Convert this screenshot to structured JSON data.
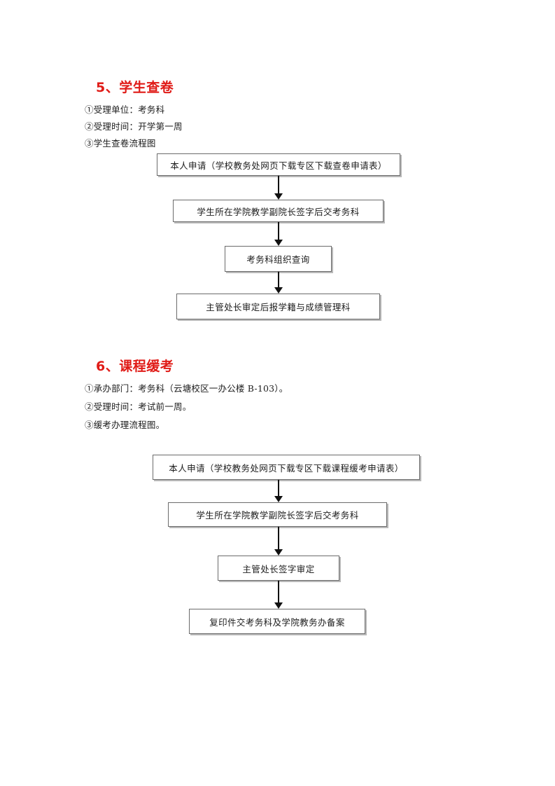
{
  "document": {
    "page_background": "#ffffff",
    "heading_color": "#e01b17",
    "text_color": "#1c1c1c",
    "box_border_color": "#4a4a4a",
    "arrow_color": "#111111"
  },
  "sections": [
    {
      "heading": "5、学生查卷",
      "lines": [
        "①受理单位：考务科",
        "②受理时间：开学第一周",
        "③学生查卷流程图"
      ],
      "flowchart": {
        "steps": [
          "本人申请（学校教务处网页下载专区下载查卷申请表）",
          "学生所在学院教学副院长签字后交考务科",
          "考务科组织查询",
          "主管处长审定后报学籍与成绩管理科"
        ],
        "arrows": 3
      }
    },
    {
      "heading": "6、课程缓考",
      "lines": [
        "①承办部门：考务科（云塘校区一办公楼 B-103）。",
        "②受理时间：考试前一周。",
        "③缓考办理流程图。"
      ],
      "flowchart": {
        "steps": [
          "本人申请（学校教务处网页下载专区下载课程缓考申请表）",
          "学生所在学院教学副院长签字后交考务科",
          "主管处长签字审定",
          "复印件交考务科及学院教务办备案"
        ],
        "arrows": 3
      }
    }
  ]
}
